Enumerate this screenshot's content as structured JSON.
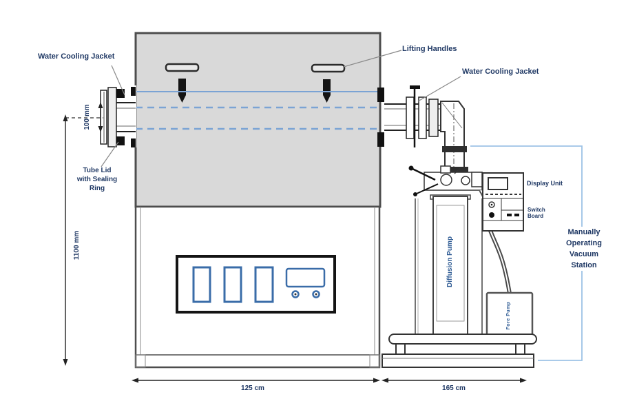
{
  "labels": {
    "water_cooling_jacket_left": "Water Cooling Jacket",
    "lifting_handles": "Lifting Handles",
    "water_cooling_jacket_right": "Water Cooling Jacket",
    "tube_lid_line1": "Tube Lid",
    "tube_lid_line2": "with Sealing",
    "tube_lid_line3": "Ring",
    "display_unit": "Display Unit",
    "switch_board_line1": "Switch",
    "switch_board_line2": "Board",
    "vacuum_station_line1": "Manually",
    "vacuum_station_line2": "Operating",
    "vacuum_station_line3": "Vacuum",
    "vacuum_station_line4": "Station",
    "diffusion_pump": "Diffusion Pump",
    "fore_pump": "Fore Pump"
  },
  "dimensions": {
    "tube_diameter": "100 mm",
    "furnace_height": "1100 mm",
    "furnace_width": "125 cm",
    "station_width": "165 cm"
  },
  "colors": {
    "furnace_fill": "#d9d9d9",
    "line_work": "#333333",
    "blue_centerline": "#7ba3d4",
    "label_text": "#1f3864",
    "panel_blue": "#3a6ca8",
    "bracket_blue": "#9dc3e6"
  }
}
